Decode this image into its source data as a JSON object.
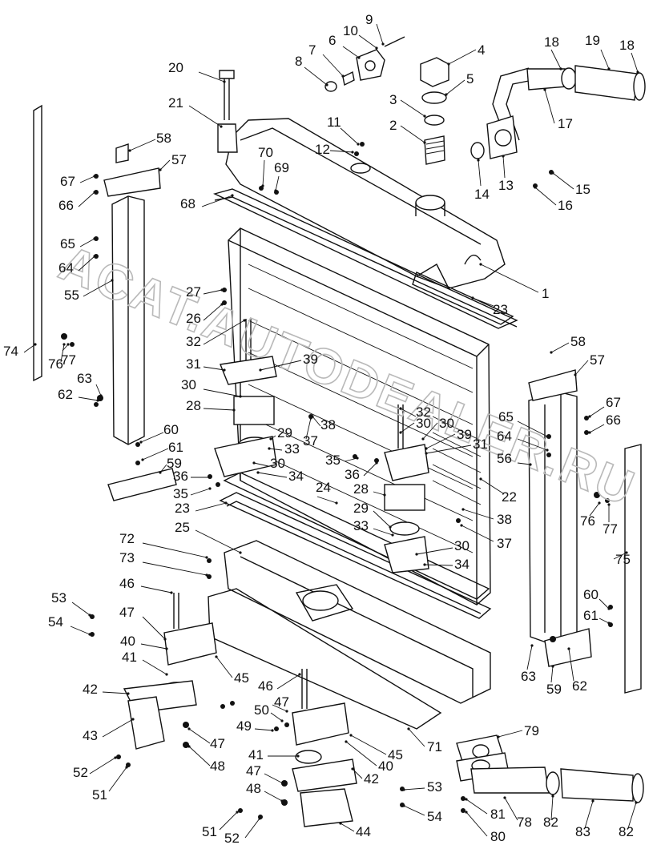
{
  "diagram": {
    "watermark_lines": [
      "ACAT.AUTODEALER.RU"
    ],
    "callouts": [
      {
        "id": "c1",
        "text": "1"
      },
      {
        "id": "c2",
        "text": "2"
      },
      {
        "id": "c3",
        "text": "3"
      },
      {
        "id": "c4",
        "text": "4"
      },
      {
        "id": "c5",
        "text": "5"
      },
      {
        "id": "c6",
        "text": "6"
      },
      {
        "id": "c7",
        "text": "7"
      },
      {
        "id": "c8",
        "text": "8"
      },
      {
        "id": "c9",
        "text": "9"
      },
      {
        "id": "c10",
        "text": "10"
      },
      {
        "id": "c11",
        "text": "11"
      },
      {
        "id": "c12",
        "text": "12"
      },
      {
        "id": "c13",
        "text": "13"
      },
      {
        "id": "c14",
        "text": "14"
      },
      {
        "id": "c15",
        "text": "15"
      },
      {
        "id": "c16",
        "text": "16"
      },
      {
        "id": "c17",
        "text": "17"
      },
      {
        "id": "c18a",
        "text": "18"
      },
      {
        "id": "c18b",
        "text": "18"
      },
      {
        "id": "c19",
        "text": "19"
      },
      {
        "id": "c20",
        "text": "20"
      },
      {
        "id": "c21",
        "text": "21"
      },
      {
        "id": "c22",
        "text": "22"
      },
      {
        "id": "c23a",
        "text": "23"
      },
      {
        "id": "c23b",
        "text": "23"
      },
      {
        "id": "c24",
        "text": "24"
      },
      {
        "id": "c25",
        "text": "25"
      },
      {
        "id": "c26",
        "text": "26"
      },
      {
        "id": "c27",
        "text": "27"
      },
      {
        "id": "c28a",
        "text": "28"
      },
      {
        "id": "c28b",
        "text": "28"
      },
      {
        "id": "c29a",
        "text": "29"
      },
      {
        "id": "c29b",
        "text": "29"
      },
      {
        "id": "c30a",
        "text": "30"
      },
      {
        "id": "c30b",
        "text": "30"
      },
      {
        "id": "c30c",
        "text": "30"
      },
      {
        "id": "c30d",
        "text": "30"
      },
      {
        "id": "c30e",
        "text": "30"
      },
      {
        "id": "c31a",
        "text": "31"
      },
      {
        "id": "c31b",
        "text": "31"
      },
      {
        "id": "c32a",
        "text": "32"
      },
      {
        "id": "c32b",
        "text": "32"
      },
      {
        "id": "c33a",
        "text": "33"
      },
      {
        "id": "c33b",
        "text": "33"
      },
      {
        "id": "c34a",
        "text": "34"
      },
      {
        "id": "c34b",
        "text": "34"
      },
      {
        "id": "c35a",
        "text": "35"
      },
      {
        "id": "c35b",
        "text": "35"
      },
      {
        "id": "c36a",
        "text": "36"
      },
      {
        "id": "c36b",
        "text": "36"
      },
      {
        "id": "c37a",
        "text": "37"
      },
      {
        "id": "c37b",
        "text": "37"
      },
      {
        "id": "c38a",
        "text": "38"
      },
      {
        "id": "c38b",
        "text": "38"
      },
      {
        "id": "c39a",
        "text": "39"
      },
      {
        "id": "c39b",
        "text": "39"
      },
      {
        "id": "c40a",
        "text": "40"
      },
      {
        "id": "c40b",
        "text": "40"
      },
      {
        "id": "c41a",
        "text": "41"
      },
      {
        "id": "c41b",
        "text": "41"
      },
      {
        "id": "c42a",
        "text": "42"
      },
      {
        "id": "c42b",
        "text": "42"
      },
      {
        "id": "c43",
        "text": "43"
      },
      {
        "id": "c44",
        "text": "44"
      },
      {
        "id": "c45a",
        "text": "45"
      },
      {
        "id": "c45b",
        "text": "45"
      },
      {
        "id": "c46a",
        "text": "46"
      },
      {
        "id": "c46b",
        "text": "46"
      },
      {
        "id": "c47a",
        "text": "47"
      },
      {
        "id": "c47b",
        "text": "47"
      },
      {
        "id": "c47c",
        "text": "47"
      },
      {
        "id": "c47d",
        "text": "47"
      },
      {
        "id": "c48a",
        "text": "48"
      },
      {
        "id": "c48b",
        "text": "48"
      },
      {
        "id": "c49",
        "text": "49"
      },
      {
        "id": "c50",
        "text": "50"
      },
      {
        "id": "c51a",
        "text": "51"
      },
      {
        "id": "c51b",
        "text": "51"
      },
      {
        "id": "c52a",
        "text": "52"
      },
      {
        "id": "c52b",
        "text": "52"
      },
      {
        "id": "c53a",
        "text": "53"
      },
      {
        "id": "c53b",
        "text": "53"
      },
      {
        "id": "c54a",
        "text": "54"
      },
      {
        "id": "c54b",
        "text": "54"
      },
      {
        "id": "c55",
        "text": "55"
      },
      {
        "id": "c56",
        "text": "56"
      },
      {
        "id": "c57a",
        "text": "57"
      },
      {
        "id": "c57b",
        "text": "57"
      },
      {
        "id": "c58a",
        "text": "58"
      },
      {
        "id": "c58b",
        "text": "58"
      },
      {
        "id": "c59a",
        "text": "59"
      },
      {
        "id": "c59b",
        "text": "59"
      },
      {
        "id": "c60a",
        "text": "60"
      },
      {
        "id": "c60b",
        "text": "60"
      },
      {
        "id": "c61a",
        "text": "61"
      },
      {
        "id": "c61b",
        "text": "61"
      },
      {
        "id": "c62a",
        "text": "62"
      },
      {
        "id": "c62b",
        "text": "62"
      },
      {
        "id": "c63a",
        "text": "63"
      },
      {
        "id": "c63b",
        "text": "63"
      },
      {
        "id": "c64a",
        "text": "64"
      },
      {
        "id": "c64b",
        "text": "64"
      },
      {
        "id": "c65a",
        "text": "65"
      },
      {
        "id": "c65b",
        "text": "65"
      },
      {
        "id": "c66a",
        "text": "66"
      },
      {
        "id": "c66b",
        "text": "66"
      },
      {
        "id": "c67a",
        "text": "67"
      },
      {
        "id": "c67b",
        "text": "67"
      },
      {
        "id": "c68",
        "text": "68"
      },
      {
        "id": "c69",
        "text": "69"
      },
      {
        "id": "c70",
        "text": "70"
      },
      {
        "id": "c71",
        "text": "71"
      },
      {
        "id": "c72",
        "text": "72"
      },
      {
        "id": "c73",
        "text": "73"
      },
      {
        "id": "c74",
        "text": "74"
      },
      {
        "id": "c75",
        "text": "75"
      },
      {
        "id": "c76a",
        "text": "76"
      },
      {
        "id": "c76b",
        "text": "76"
      },
      {
        "id": "c77a",
        "text": "77"
      },
      {
        "id": "c77b",
        "text": "77"
      },
      {
        "id": "c78",
        "text": "78"
      },
      {
        "id": "c79",
        "text": "79"
      },
      {
        "id": "c80",
        "text": "80"
      },
      {
        "id": "c81",
        "text": "81"
      },
      {
        "id": "c82a",
        "text": "82"
      },
      {
        "id": "c82b",
        "text": "82"
      },
      {
        "id": "c83",
        "text": "83"
      }
    ]
  }
}
